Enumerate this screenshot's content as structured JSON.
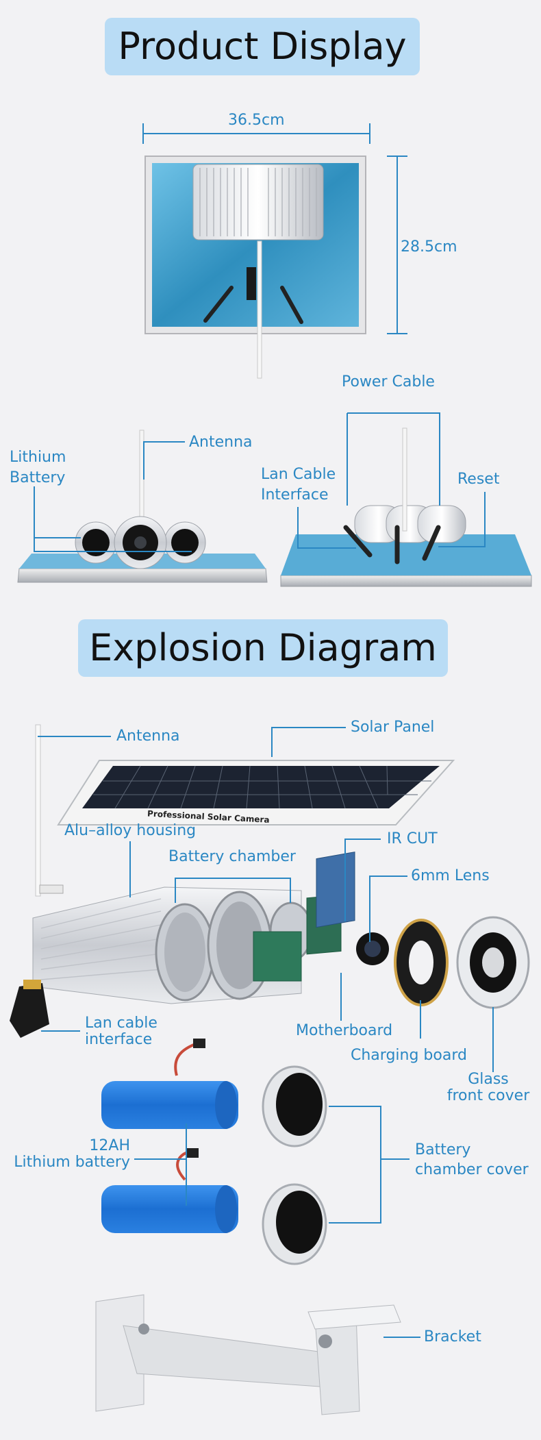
{
  "sections": {
    "product_display": "Product Display",
    "explosion_diagram": "Explosion Diagram"
  },
  "dimensions": {
    "width": "36.5cm",
    "height": "28.5cm"
  },
  "product_labels": {
    "antenna": "Antenna",
    "lithium_battery_1": "Lithium",
    "lithium_battery_2": "Battery",
    "power_cable": "Power Cable",
    "lan_cable_1": "Lan Cable",
    "lan_cable_2": "Interface",
    "reset": "Reset"
  },
  "panel_print": "Professional Solar Camera",
  "explosion_labels": {
    "antenna": "Antenna",
    "solar_panel": "Solar Panel",
    "alu_housing": "Alu–alloy housing",
    "battery_chamber": "Battery chamber",
    "ir_cut": "IR CUT",
    "lens": "6mm Lens",
    "lan_cable_1": "Lan cable",
    "lan_cable_2": "interface",
    "motherboard": "Motherboard",
    "charging_board": "Charging board",
    "glass_1": "Glass",
    "glass_2": "front cover",
    "battery_1": "12AH",
    "battery_2": "Lithium battery",
    "chamber_cover_1": "Battery",
    "chamber_cover_2": "chamber cover",
    "bracket": "Bracket"
  },
  "colors": {
    "accent": "#2a87c3",
    "title_bg": "#b9dcf5",
    "panel_blue": "#3a9ac9",
    "battery_blue": "#1f73d6"
  }
}
